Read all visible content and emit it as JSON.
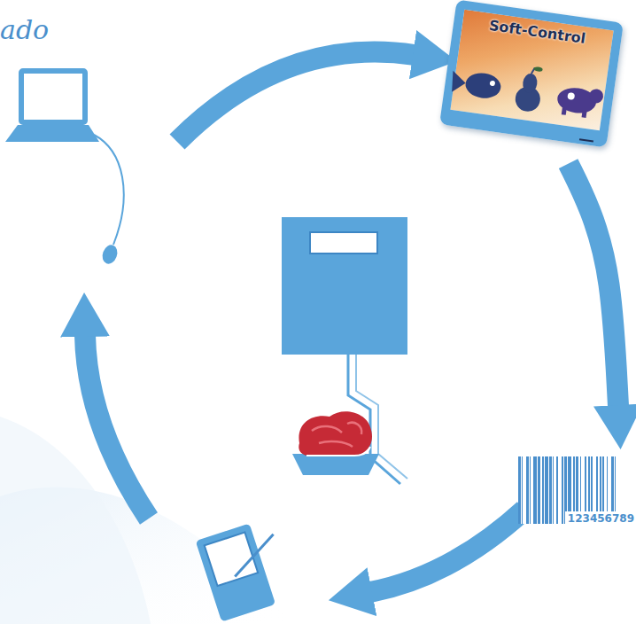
{
  "diagram": {
    "nodes": [
      {
        "text": [
          "Soft-Control"
        ]
      },
      {
        "text": [
          "123456789"
        ]
      }
    ],
    "edges": [
      {
        "from": 0,
        "to": 1,
        "arrow": "to"
      }
    ],
    "labels": [
      "ado"
    ]
  }
}
